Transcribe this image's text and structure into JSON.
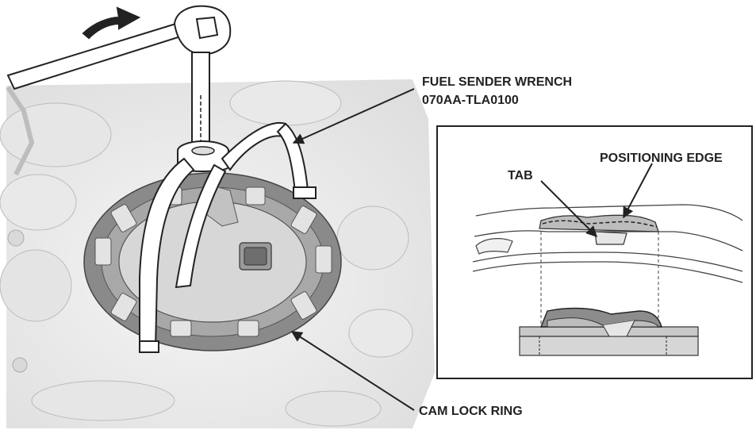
{
  "labels": {
    "wrench_name": "FUEL SENDER WRENCH",
    "wrench_part_number": "070AA-TLA0100",
    "cam_lock_ring": "CAM LOCK RING",
    "tab": "TAB",
    "positioning_edge": "POSITIONING EDGE"
  },
  "colors": {
    "line": "#222222",
    "ring": "#8a8a8a",
    "ring_light": "#bdbdbd",
    "background_surface": "#ececec",
    "inset_band": "#8c8c8c",
    "inset_base": "#c9c9c9"
  }
}
